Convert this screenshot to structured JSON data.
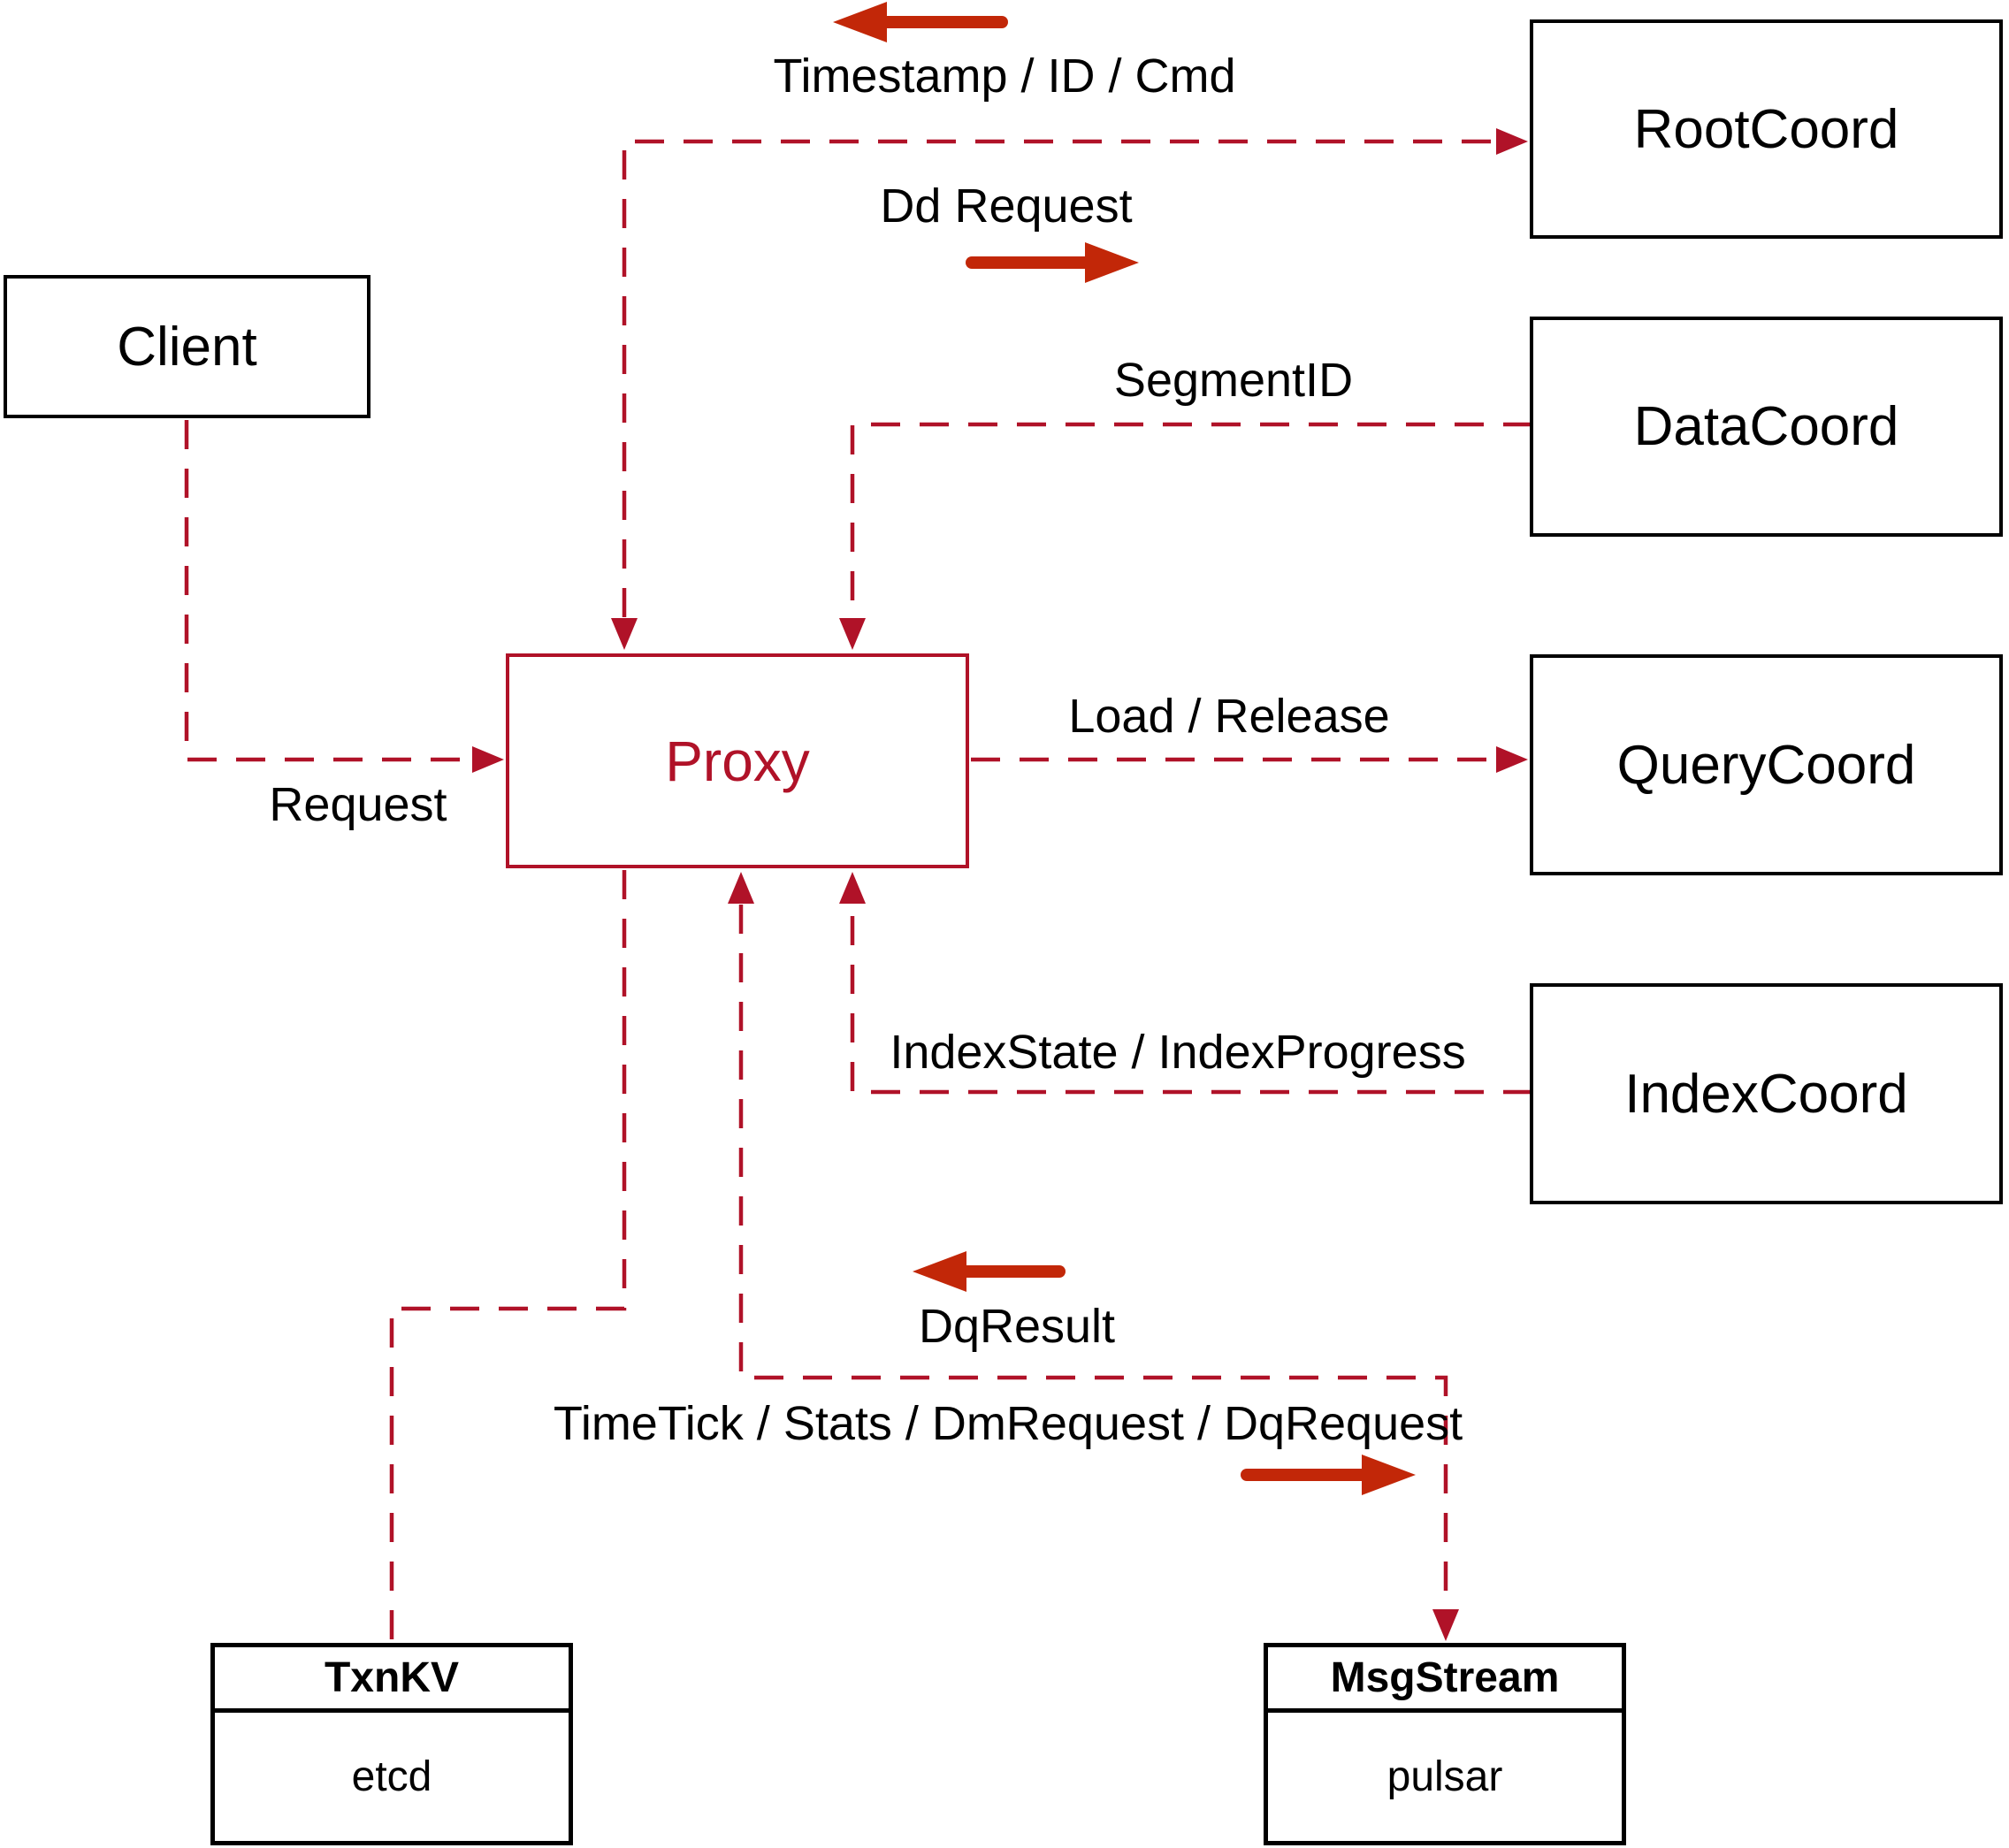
{
  "diagram": {
    "nodes": {
      "client": {
        "label": "Client"
      },
      "proxy": {
        "label": "Proxy"
      },
      "root_coord": {
        "label": "RootCoord"
      },
      "data_coord": {
        "label": "DataCoord"
      },
      "query_coord": {
        "label": "QueryCoord"
      },
      "index_coord": {
        "label": "IndexCoord"
      },
      "txn_kv": {
        "title": "TxnKV",
        "impl": "etcd"
      },
      "msg_stream": {
        "title": "MsgStream",
        "impl": "pulsar"
      }
    },
    "edge_labels": {
      "timestamp_id_cmd": "Timestamp / ID / Cmd",
      "dd_request": "Dd Request",
      "segment_id": "SegmentID",
      "request": "Request",
      "load_release": "Load / Release",
      "index_state_progress": "IndexState / IndexProgress",
      "dq_result": "DqResult",
      "time_tick": "TimeTick / Stats / DmRequest / DqRequest"
    },
    "colors": {
      "dashed_line": "#b01228",
      "solid_arrow": "#c22708",
      "node_border": "#000000",
      "proxy_accent": "#b01228",
      "background": "#ffffff",
      "text": "#000000"
    }
  }
}
